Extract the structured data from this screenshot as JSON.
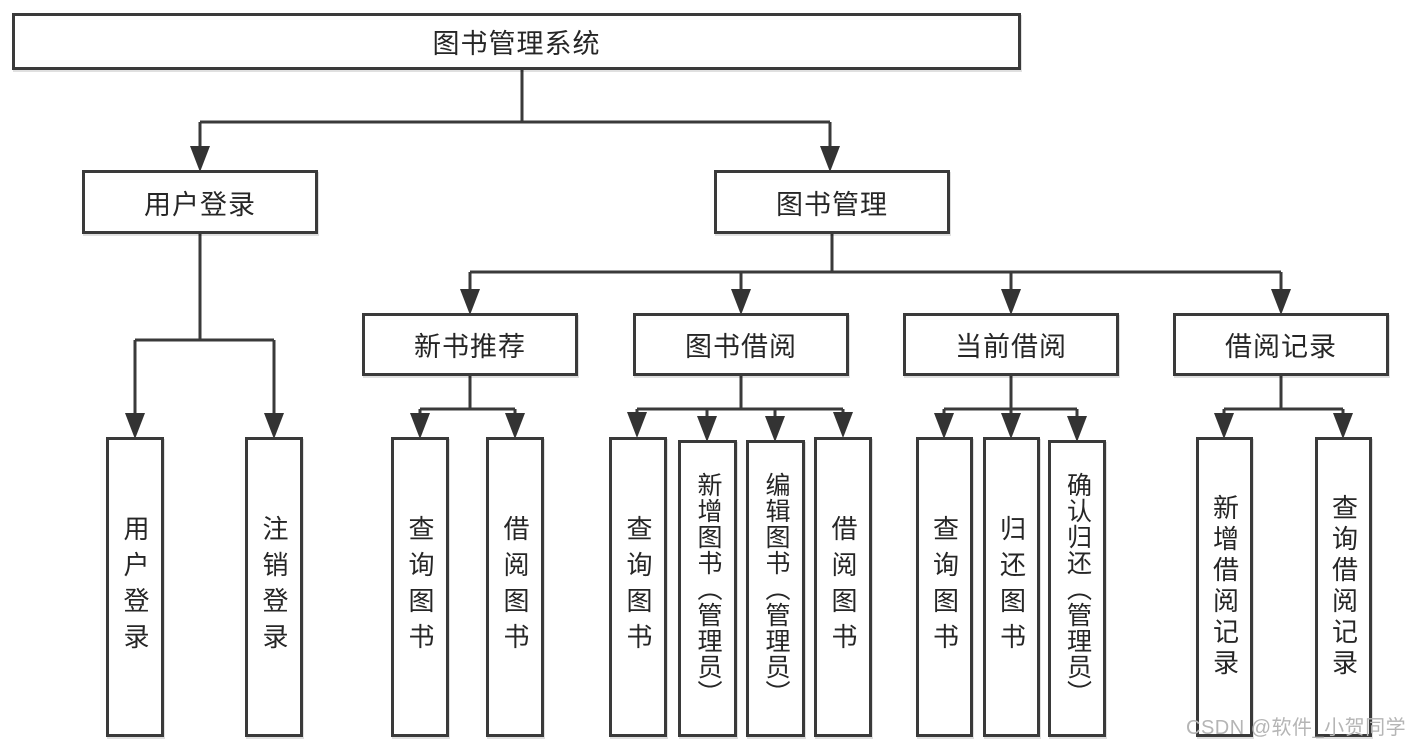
{
  "watermark": "CSDN @软件_小贺同学",
  "colors": {
    "line": "#3a3a3a",
    "text": "#262626",
    "background": "#ffffff",
    "watermark": "#b5b5b5"
  },
  "nodes": {
    "root": "图书管理系统",
    "userLogin": "用户登录",
    "bookMgmt": "图书管理",
    "newBookRec": "新书推荐",
    "bookBorrow": "图书借阅",
    "currentBorrow": "当前借阅",
    "borrowRecords": "借阅记录",
    "leafUserLogin": "用户登录",
    "leafLogout": "注销登录",
    "nbQueryBooks": "查询图书",
    "nbBorrowBooks": "借阅图书",
    "bbQueryBooks": "查询图书",
    "bbAddBooks": "新增图书（管理员）",
    "bbEditBooks": "编辑图书（管理员）",
    "bbBorrowBooks": "借阅图书",
    "cbQueryBooks": "查询图书",
    "cbReturnBooks": "归还图书",
    "cbConfirmReturn": "确认归还（管理员）",
    "brAddRecord": "新增借阅记录",
    "brQueryRecord": "查询借阅记录"
  },
  "hierarchy": {
    "图书管理系统": [
      "用户登录",
      "图书管理"
    ],
    "用户登录": [
      "用户登录",
      "注销登录"
    ],
    "图书管理": [
      "新书推荐",
      "图书借阅",
      "当前借阅",
      "借阅记录"
    ],
    "新书推荐": [
      "查询图书",
      "借阅图书"
    ],
    "图书借阅": [
      "查询图书",
      "新增图书（管理员）",
      "编辑图书（管理员）",
      "借阅图书"
    ],
    "当前借阅": [
      "查询图书",
      "归还图书",
      "确认归还（管理员）"
    ],
    "借阅记录": [
      "新增借阅记录",
      "查询借阅记录"
    ]
  }
}
